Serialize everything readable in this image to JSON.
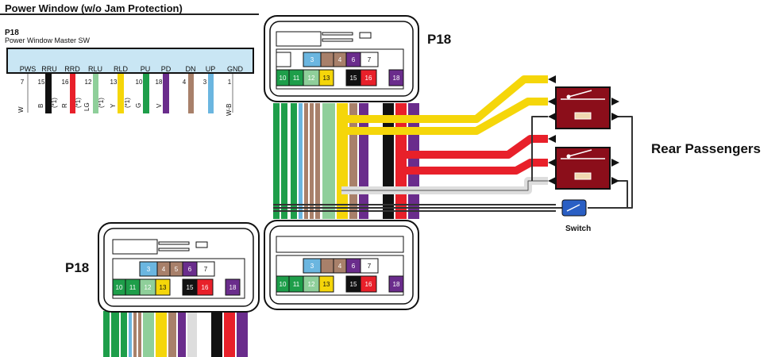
{
  "title": "Power Window (w/o Jam Protection)",
  "connector": {
    "id": "P18",
    "name": "Power Window Master SW",
    "signals": [
      "PWS",
      "RRU",
      "RRD",
      "RLU",
      "RLD",
      "PU",
      "PD",
      "DN",
      "UP",
      "GND"
    ],
    "pins": [
      "7",
      "15",
      "16",
      "12",
      "13",
      "10",
      "18",
      "4",
      "3",
      "1"
    ],
    "wire_codes": [
      "W",
      "B",
      "R",
      "LG",
      "Y",
      "G",
      "V",
      "",
      "",
      "W-B"
    ],
    "wire_notes": [
      "",
      "(*1)",
      "(*1)",
      "(*1)",
      "(*1)",
      "",
      "",
      "",
      "",
      ""
    ]
  },
  "connector_views": {
    "label": "P18",
    "cavities_top": [
      "3",
      "4",
      "5",
      "6",
      "7"
    ],
    "cavities_bottom": [
      "10",
      "11",
      "12",
      "13",
      "15",
      "16",
      "18"
    ]
  },
  "relays": {
    "label": "Rear Passengers",
    "switch_label": "Switch"
  },
  "colors": {
    "green": "#1e9e4a",
    "violet": "#6a2c8c",
    "yellow": "#f5d60a",
    "red": "#e8202a",
    "light_blue": "#6bb6e0",
    "light_green": "#8fcf9a",
    "brown": "#a8806a",
    "black": "#111111",
    "relay": "#8b0e1a",
    "switch": "#2a5fc4"
  }
}
